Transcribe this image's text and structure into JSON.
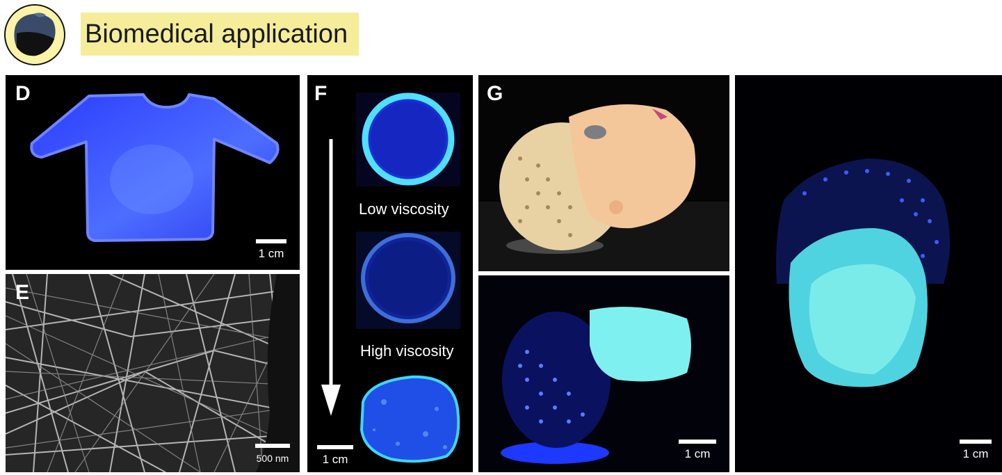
{
  "header": {
    "title": "Biomedical application"
  },
  "panels": {
    "D": {
      "letter": "D",
      "scale_label": "1 cm"
    },
    "E": {
      "letter": "E",
      "scale_label": "500 nm"
    },
    "F": {
      "letter": "F",
      "top_caption": "Low viscosity",
      "bottom_caption": "High viscosity",
      "scale_label": "1 cm"
    },
    "G": {
      "letter": "G",
      "scale_label": "1 cm"
    },
    "right": {
      "scale_label": "1 cm"
    }
  },
  "colors": {
    "title_highlight": "#f6ed9a",
    "fluorescent_blue": "#2a3cff",
    "fluorescent_cyan": "#7ff0f0",
    "background": "#000000"
  }
}
